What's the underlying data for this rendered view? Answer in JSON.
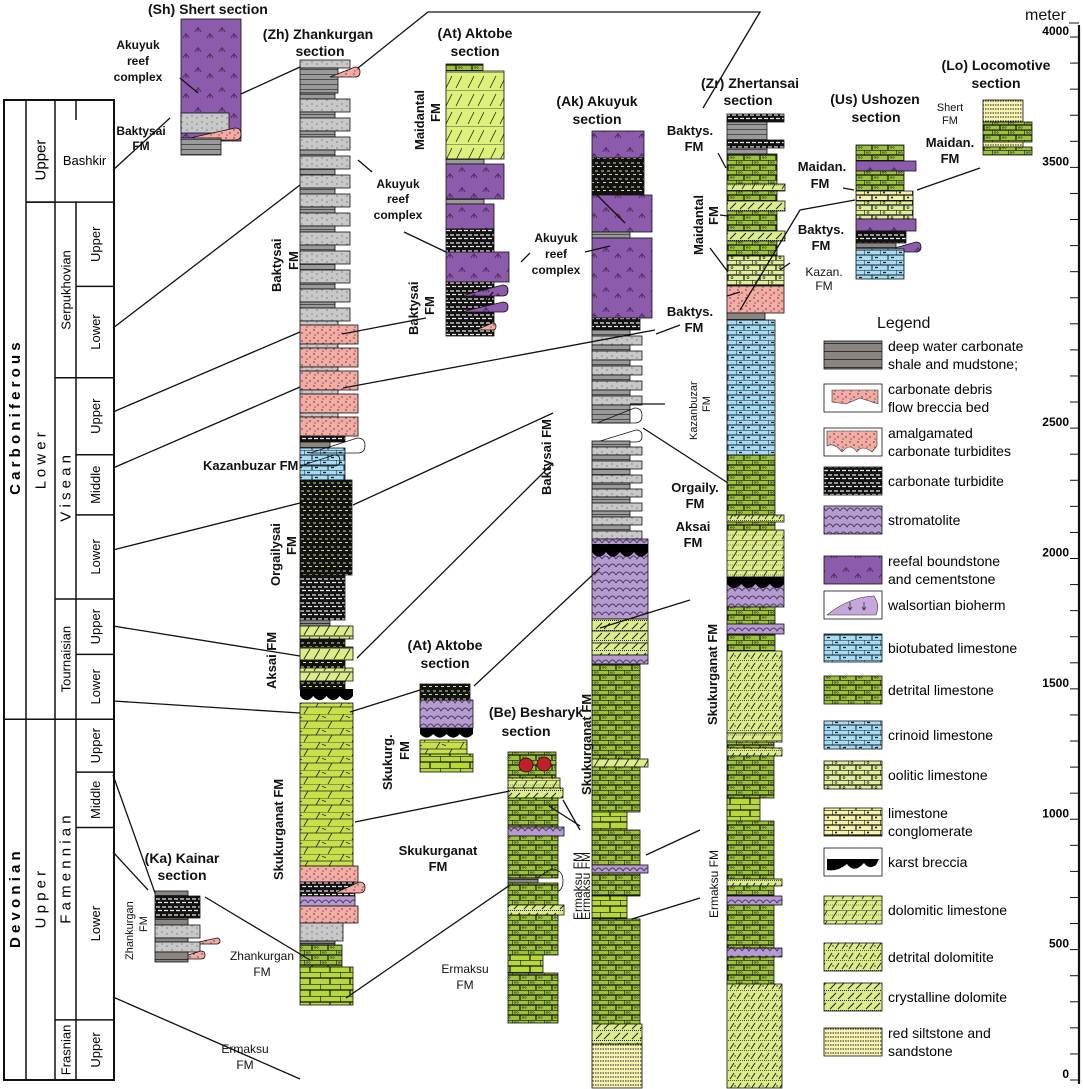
{
  "scale": {
    "unit_label": "meter",
    "min": 0,
    "max": 4000,
    "major_ticks": [
      0,
      500,
      1000,
      1500,
      2000,
      2500,
      3500,
      4000
    ],
    "minor_step": 100
  },
  "stratigraphy": {
    "systems": [
      {
        "name": "C a r b o n i f e r o u s",
        "from": 1500,
        "to": 4000
      },
      {
        "name": "D e v o n i a n",
        "from": 0,
        "to": 1500
      }
    ],
    "series": [
      {
        "name": "Upper",
        "from": 3650,
        "to": 4000
      },
      {
        "name": "L o w e r",
        "from": 1500,
        "to": 3650
      },
      {
        "name": "U p p e r",
        "from": 0,
        "to": 1500
      }
    ],
    "stages": [
      {
        "name": "Bashkir",
        "from": 3650,
        "to": 4000
      },
      {
        "name": "Serpukhovian",
        "from": 2920,
        "to": 3650
      },
      {
        "name": "V i s e a n",
        "from": 2000,
        "to": 2920
      },
      {
        "name": "Tournaisian",
        "from": 1500,
        "to": 2000
      },
      {
        "name": "F a m e n n i a n",
        "from": 250,
        "to": 1500
      },
      {
        "name": "Frasnian",
        "from": 0,
        "to": 250
      }
    ],
    "substages": [
      {
        "name": "Upper",
        "from": 3300,
        "to": 3650
      },
      {
        "name": "Lower",
        "from": 2920,
        "to": 3300
      },
      {
        "name": "Upper",
        "from": 2600,
        "to": 2920
      },
      {
        "name": "Middle",
        "from": 2350,
        "to": 2600
      },
      {
        "name": "Lower",
        "from": 2000,
        "to": 2350
      },
      {
        "name": "Upper",
        "from": 1770,
        "to": 2000
      },
      {
        "name": "Lower",
        "from": 1500,
        "to": 1770
      },
      {
        "name": "Upper",
        "from": 1280,
        "to": 1500
      },
      {
        "name": "Middle",
        "from": 1050,
        "to": 1280
      },
      {
        "name": "Lower",
        "from": 250,
        "to": 1050
      },
      {
        "name": "Upper",
        "from": 0,
        "to": 250
      }
    ]
  },
  "sections": {
    "sh": {
      "title_1": "(Sh) Shert section",
      "labels": [
        "Akuyuk",
        "reef",
        "complex",
        "Baktysai",
        "FM"
      ]
    },
    "zh": {
      "title_1": "(Zh) Zhankurgan",
      "title_2": "section",
      "labels": {
        "akuyuk_1": "Akuyuk",
        "akuyuk_2": "reef",
        "akuyuk_3": "complex",
        "baktysai_1": "Baktysai",
        "baktysai_2": "FM",
        "kazanbuzar": "Kazanbuzar FM",
        "orgailysai_1": "Orgailysai",
        "orgailysai_2": "FM",
        "aksai": "Aksai FM",
        "skukurganat": "Skukurganat FM",
        "zhankurgan_1": "Zhankurgan",
        "zhankurgan_2": "FM",
        "ermaksu_1": "Ermaksu",
        "ermaksu_2": "FM"
      }
    },
    "at": {
      "title_1": "(At) Aktobe",
      "title_2": "section",
      "labels": {
        "maidantal_1": "Maidantal",
        "maidantal_2": "FM",
        "akuyuk_1": "Akuyuk",
        "akuyuk_2": "reef",
        "akuyuk_3": "complex",
        "baktysai_1": "Baktysai",
        "baktysai_2": "FM"
      }
    },
    "at2": {
      "title_1": "(At) Aktobe",
      "title_2": "section",
      "labels": {
        "skukurg_1": "Skukurg.",
        "skukurg_2": "FM"
      }
    },
    "ak": {
      "title_1": "(Ak) Akuyuk",
      "title_2": "section",
      "labels": {
        "akuyuk_1": "Akuyuk",
        "akuyuk_2": "reef",
        "akuyuk_3": "complex",
        "baktysai": "Baktysai FM",
        "skukurganat": "Skukurganat FM",
        "ermaksu": "Ermaksu FM"
      }
    },
    "zr": {
      "title_1": "(Zr) Zhertansai",
      "title_2": "section",
      "labels": {
        "baktys_1": "Baktys.",
        "baktys_2": "FM",
        "maidantal_1": "Maidantal",
        "maidantal_2": "FM",
        "baktys2_1": "Baktys.",
        "baktys2_2": "FM",
        "kazanbuzar_1": "Kazanbuzar",
        "kazanbuzar_2": "FM",
        "orgaily_1": "Orgaily.",
        "orgaily_2": "FM",
        "aksai_1": "Aksai",
        "aksai_2": "FM",
        "skukurganat": "Skukurganat FM",
        "ermaksu": "Ermaksu FM"
      }
    },
    "us": {
      "title_1": "(Us) Ushozen",
      "title_2": "section",
      "labels": {
        "maidan_1": "Maidan.",
        "maidan_2": "FM",
        "baktys_1": "Baktys.",
        "baktys_2": "FM",
        "kazan_1": "Kazan.",
        "kazan_2": "FM"
      }
    },
    "lo": {
      "title_1": "(Lo) Locomotive",
      "title_2": "section",
      "labels": {
        "shert_1": "Shert",
        "shert_2": "FM",
        "maidan_1": "Maidan.",
        "maidan_2": "FM"
      }
    },
    "ka": {
      "title_1": "(Ka) Kainar",
      "title_2": "section",
      "labels": {
        "zhankurgan_1": "Zhankurgan",
        "zhankurgan_2": "FM"
      }
    },
    "be": {
      "title_1": "(Be) Besharyk",
      "title_2": "section",
      "labels": {
        "skukurganat_1": "Skukurganat",
        "skukurganat_2": "FM",
        "ermaksu_1": "Ermaksu",
        "ermaksu_2": "FM",
        "ermaksu_v": "Ermaksu FM"
      }
    }
  },
  "legend": {
    "title": "Legend",
    "items": [
      {
        "key": "deep",
        "lines": [
          "deep water carbonate",
          "shale and mudstone;"
        ],
        "color": "#8a8580"
      },
      {
        "key": "debris",
        "lines": [
          "carbonate debris",
          "flow breccia bed"
        ],
        "color": "#f4a6a0"
      },
      {
        "key": "amalg",
        "lines": [
          "amalgamated",
          "carbonate turbidites"
        ],
        "color": "#f7b3ab"
      },
      {
        "key": "turb",
        "lines": [
          "carbonate turbidite"
        ],
        "color": "#111111"
      },
      {
        "key": "strom",
        "lines": [
          "stromatolite"
        ],
        "color": "#b89ad0"
      },
      {
        "key": "reef",
        "lines": [
          "reefal boundstone",
          "and cementstone"
        ],
        "color": "#8a5aa8"
      },
      {
        "key": "wals",
        "lines": [
          "walsortian bioherm"
        ],
        "color": "#c7a6dc"
      },
      {
        "key": "biot",
        "lines": [
          "biotubated limestone"
        ],
        "color": "#a6dcf2"
      },
      {
        "key": "detl",
        "lines": [
          "detrital limestone"
        ],
        "color": "#9cc23a"
      },
      {
        "key": "crin",
        "lines": [
          "crinoid limestone"
        ],
        "color": "#a6dcf2"
      },
      {
        "key": "ool",
        "lines": [
          "oolitic limestone"
        ],
        "color": "#dfee9a"
      },
      {
        "key": "lcong",
        "lines": [
          "limestone",
          "conglomerate"
        ],
        "color": "#f7f4a6"
      },
      {
        "key": "karst",
        "lines": [
          "karst breccia"
        ],
        "color": "#000000"
      },
      {
        "key": "dolol",
        "lines": [
          "dolomitic limestone"
        ],
        "color": "#dfee9a"
      },
      {
        "key": "detd",
        "lines": [
          "detrital dolomitite"
        ],
        "color": "#dfee9a"
      },
      {
        "key": "cryd",
        "lines": [
          "crystalline dolomite"
        ],
        "color": "#dfee9a"
      },
      {
        "key": "reds",
        "lines": [
          "red siltstone and",
          "sandstone"
        ],
        "color": "#f7f4b0"
      }
    ]
  }
}
